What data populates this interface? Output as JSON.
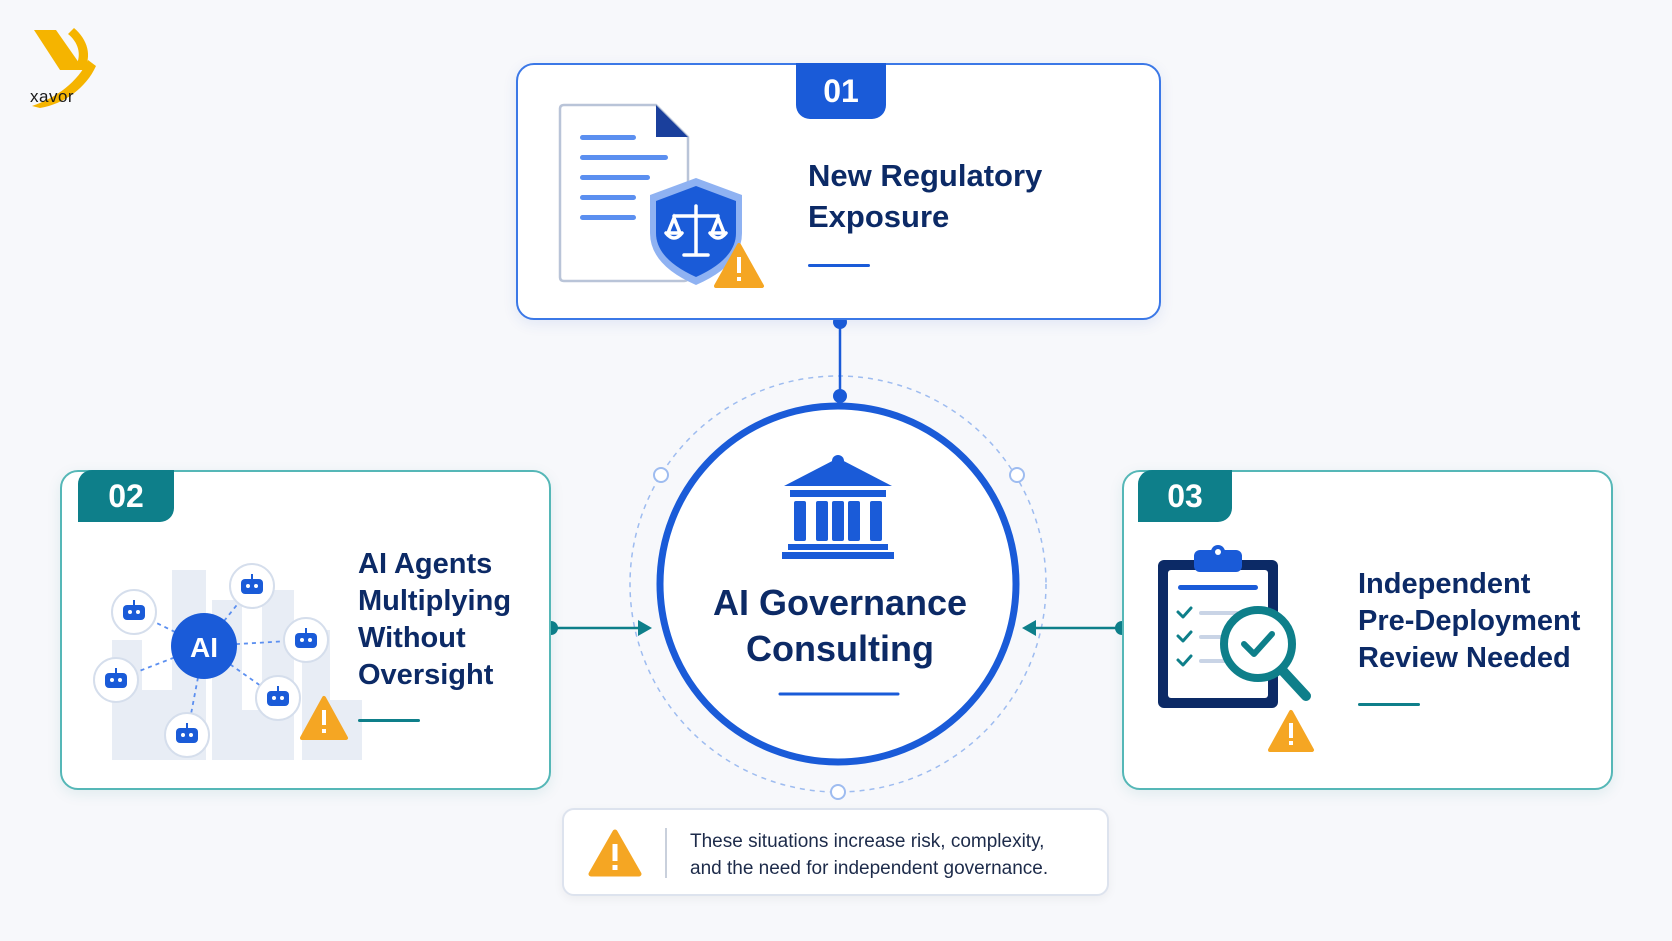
{
  "brand": {
    "name": "xavor",
    "accent": "#f5b400"
  },
  "center": {
    "title_lines": [
      "AI Governance",
      "Consulting"
    ],
    "color": "#1a5bd8"
  },
  "cards": [
    {
      "number": "01",
      "title_lines": [
        "New Regulatory",
        "Exposure"
      ],
      "accent": "#1a5bd8"
    },
    {
      "number": "02",
      "title_lines": [
        "AI Agents",
        "Multiplying",
        "Without",
        "Oversight"
      ],
      "accent": "#0e7f8a",
      "icon_text": "AI"
    },
    {
      "number": "03",
      "title_lines": [
        "Independent",
        "Pre-Deployment",
        "Review Needed"
      ],
      "accent": "#0e7f8a"
    }
  ],
  "note": {
    "lines": [
      "These situations increase risk, complexity,",
      "and the need for independent governance."
    ]
  },
  "icons": {
    "logo": "xavor-logo",
    "card1": [
      "document-icon",
      "shield-scales-icon",
      "warning-icon"
    ],
    "card2": [
      "ai-network-icon",
      "robot-icon",
      "warning-icon"
    ],
    "card3": [
      "clipboard-checklist-icon",
      "magnifier-check-icon",
      "warning-icon"
    ],
    "center": "government-building-icon",
    "note": "warning-icon"
  },
  "warning_color": "#f5a623"
}
